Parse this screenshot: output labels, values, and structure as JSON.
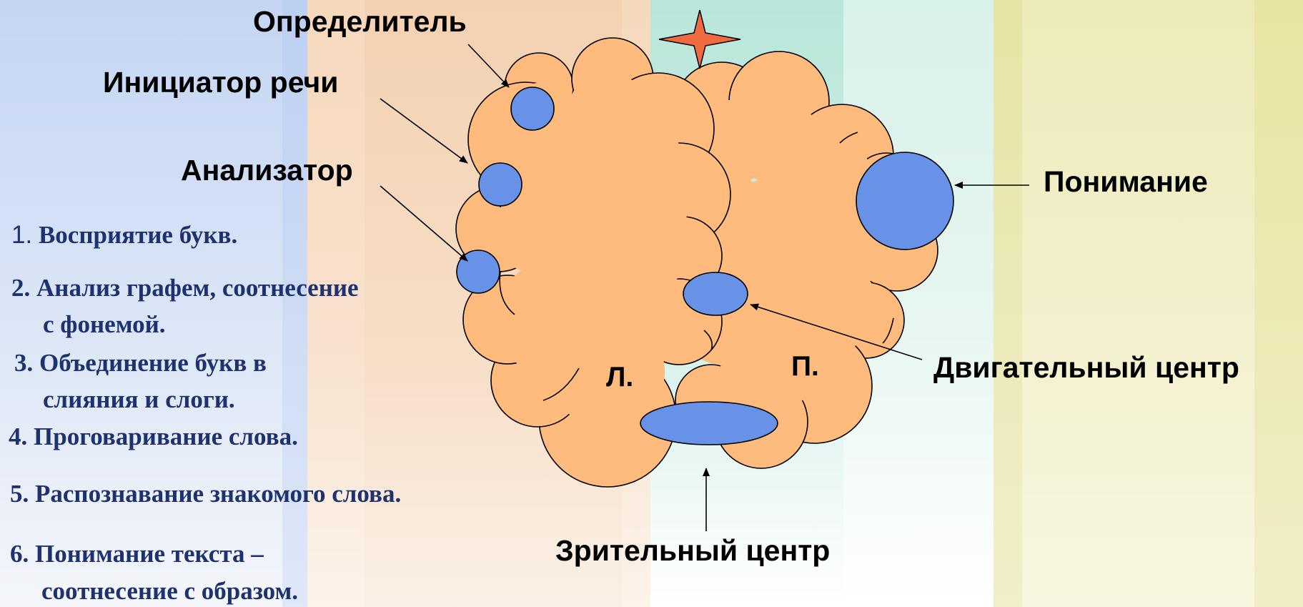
{
  "labels": {
    "determiner": "Определитель",
    "speech_initiator": "Инициатор речи",
    "analyzer": "Анализатор",
    "understanding": "Понимание",
    "motor_center": "Двигательный центр",
    "visual_center": "Зрительный центр",
    "left_hemisphere": "Л.",
    "right_hemisphere": "П."
  },
  "steps": [
    {
      "num": "1.",
      "text": " Восприятие  букв."
    },
    {
      "line1": "2. Анализ графем, соотнесение",
      "line2": "с фонемой."
    },
    {
      "line1": "3. Объединение букв в",
      "line2": "слияния и слоги."
    },
    {
      "text": "4. Проговаривание слова."
    },
    {
      "text": "5. Распознавание знакомого слова."
    },
    {
      "line1": "6. Понимание текста –",
      "line2": "соотнесение с образом."
    }
  ],
  "colors": {
    "brain_fill": "#ffbb7d",
    "center_fill": "#6892e8",
    "star_fill": "#f06a40",
    "step_text": "#1f3270"
  }
}
